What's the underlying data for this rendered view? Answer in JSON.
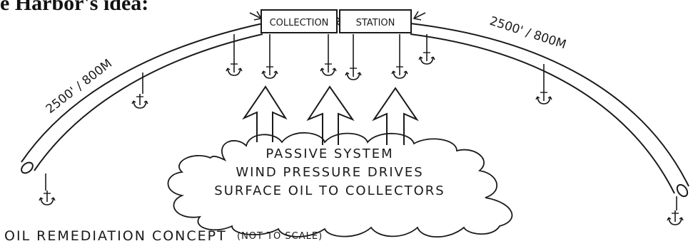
{
  "header": {
    "title": "e Harbor's idea:"
  },
  "station": {
    "left_label": "COLLECTION",
    "right_label": "STATION"
  },
  "booms": {
    "left_label": "2500' / 800M",
    "right_label": "2500' / 800M"
  },
  "cloud": {
    "line1": "PASSIVE SYSTEM",
    "line2": "WIND PRESSURE DRIVES",
    "line3": "SURFACE OIL TO COLLECTORS"
  },
  "footer": {
    "caption": "OIL REMEDIATION CONCEPT",
    "note": "(NOT TO SCALE)"
  },
  "icons": {
    "anchor": "anchor-icon",
    "arrow": "up-arrow-icon"
  },
  "colors": {
    "ink": "#1a1a1a",
    "paper": "#ffffff"
  }
}
